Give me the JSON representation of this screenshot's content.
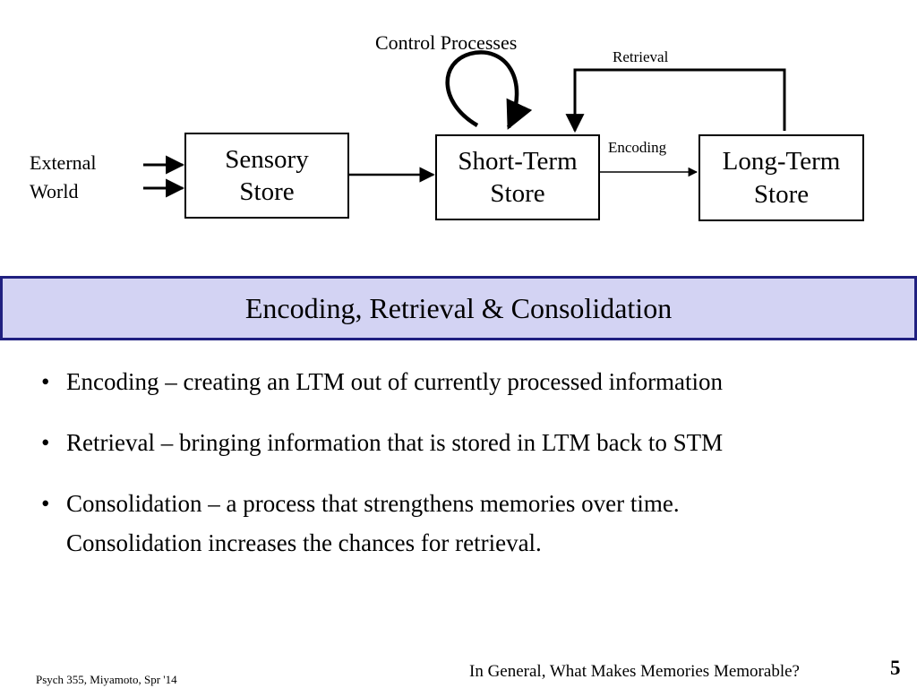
{
  "diagram": {
    "external_world": [
      "External",
      "World"
    ],
    "control_processes": "Control Processes",
    "retrieval": "Retrieval",
    "encoding": "Encoding",
    "sensory_store": [
      "Sensory",
      "Store"
    ],
    "short_term_store": [
      "Short-Term",
      "Store"
    ],
    "long_term_store": [
      "Long-Term",
      "Store"
    ]
  },
  "banner": {
    "title": "Encoding, Retrieval & Consolidation"
  },
  "bullets": [
    {
      "lines": [
        "Encoding – creating an LTM out of currently processed information"
      ]
    },
    {
      "lines": [
        "Retrieval – bringing information that is stored in LTM back to STM"
      ]
    },
    {
      "lines": [
        "Consolidation – a process that strengthens memories over time.",
        "Consolidation increases the chances for retrieval."
      ]
    }
  ],
  "footer": {
    "course": "Psych 355, Miyamoto, Spr '14",
    "topic": "In General, What Makes Memories Memorable?",
    "page": "5"
  }
}
